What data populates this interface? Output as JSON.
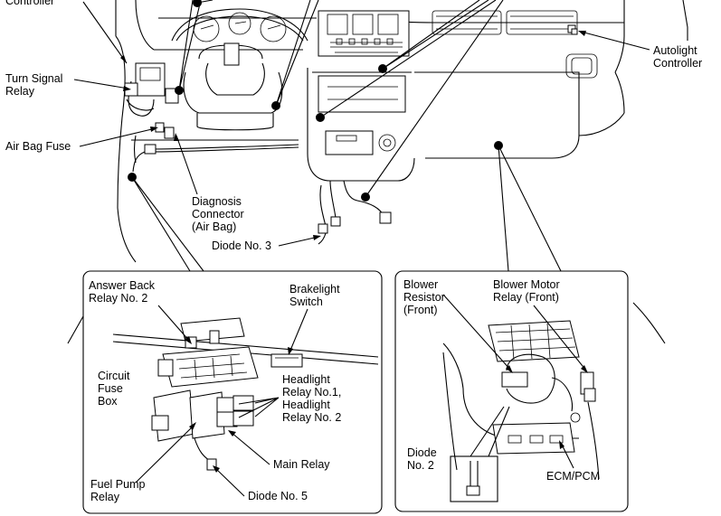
{
  "labels": {
    "controller_top": "Controller",
    "turn_signal_relay": [
      "Turn Signal",
      "Relay"
    ],
    "air_bag_fuse": "Air Bag Fuse",
    "diagnosis_connector": [
      "Diagnosis",
      "Connector",
      "(Air Bag)"
    ],
    "diode_no3": "Diode No. 3",
    "autolight_controller": [
      "Autolight",
      "Controller"
    ],
    "answer_back_relay": [
      "Answer Back",
      "Relay No. 2"
    ],
    "brakelight_switch": [
      "Brakelight",
      "Switch"
    ],
    "circuit_fuse_box": [
      "Circuit",
      "Fuse",
      "Box"
    ],
    "headlight_relays": [
      "Headlight",
      "Relay No.1,",
      "Headlight",
      "Relay No. 2"
    ],
    "main_relay": "Main Relay",
    "fuel_pump_relay": [
      "Fuel Pump",
      "Relay"
    ],
    "diode_no5": "Diode No. 5",
    "blower_resistor": [
      "Blower",
      "Resistor",
      "(Front)"
    ],
    "blower_motor_relay": [
      "Blower Motor",
      "Relay (Front)"
    ],
    "diode_no2": [
      "Diode",
      "No. 2"
    ],
    "ecm_pcm": "ECM/PCM"
  }
}
